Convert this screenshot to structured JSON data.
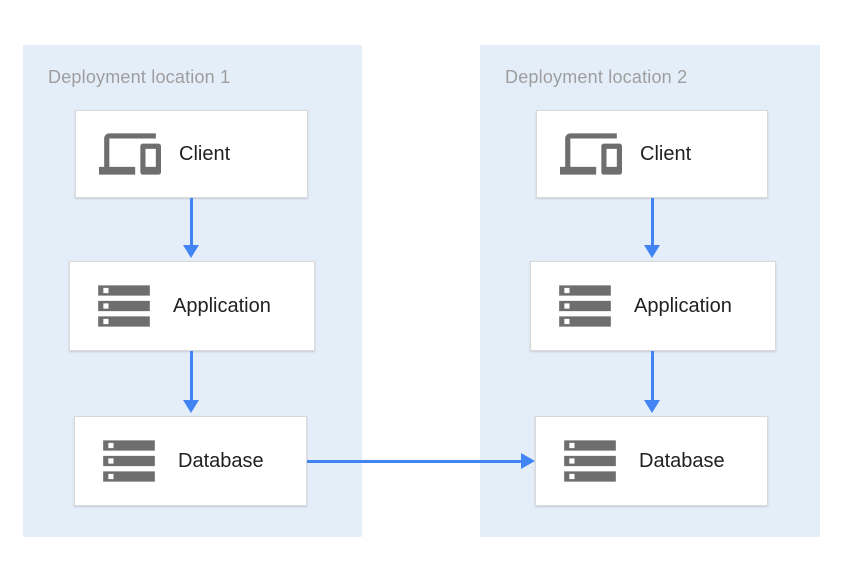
{
  "diagram": {
    "panels": [
      {
        "title": "Deployment location 1",
        "nodes": [
          {
            "id": "client",
            "label": "Client",
            "icon": "devices-icon"
          },
          {
            "id": "application",
            "label": "Application",
            "icon": "storage-icon"
          },
          {
            "id": "database",
            "label": "Database",
            "icon": "storage-icon"
          }
        ]
      },
      {
        "title": "Deployment location 2",
        "nodes": [
          {
            "id": "client",
            "label": "Client",
            "icon": "devices-icon"
          },
          {
            "id": "application",
            "label": "Application",
            "icon": "storage-icon"
          },
          {
            "id": "database",
            "label": "Database",
            "icon": "storage-icon"
          }
        ]
      }
    ],
    "connections": [
      {
        "from": "location1.client",
        "to": "location1.application",
        "direction": "down"
      },
      {
        "from": "location1.application",
        "to": "location1.database",
        "direction": "down"
      },
      {
        "from": "location2.client",
        "to": "location2.application",
        "direction": "down"
      },
      {
        "from": "location2.application",
        "to": "location2.database",
        "direction": "down"
      },
      {
        "from": "location1.database",
        "to": "location2.database",
        "direction": "right"
      }
    ],
    "colors": {
      "panel_background": "#e4eef9",
      "arrow": "#4284f4",
      "node_background": "#ffffff",
      "node_border": "#d9d9d9",
      "title_text": "#9e9e9e",
      "label_text": "#212121",
      "icon": "#6e6e6e"
    }
  }
}
